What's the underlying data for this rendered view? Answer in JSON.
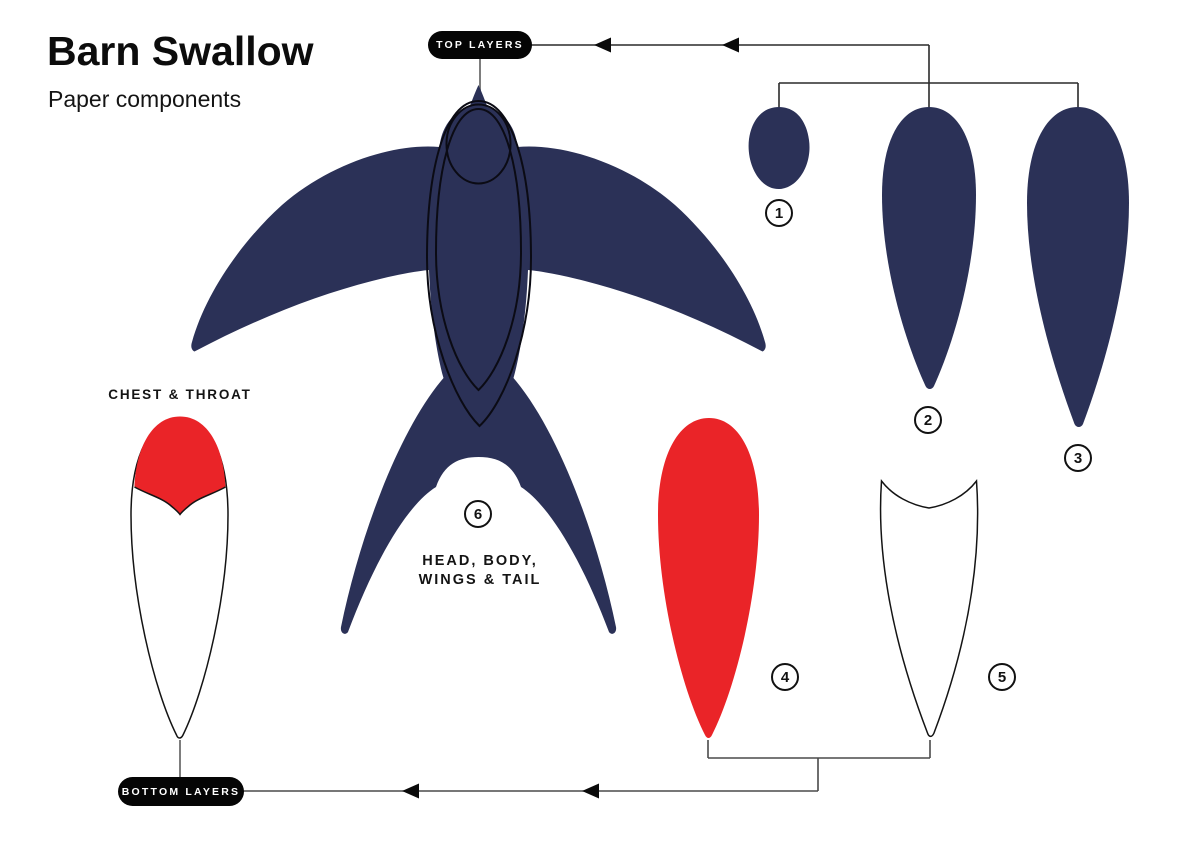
{
  "header": {
    "title": "Barn Swallow",
    "subtitle": "Paper components"
  },
  "badges": {
    "top": "TOP LAYERS",
    "bottom": "BOTTOM LAYERS"
  },
  "labels": {
    "chest_throat": "CHEST & THROAT",
    "bird_line1": "HEAD, BODY,",
    "bird_line2": "WINGS & TAIL"
  },
  "parts": [
    {
      "number": "1",
      "name": "small top layer (head patch)",
      "color": "#2B3157"
    },
    {
      "number": "2",
      "name": "medium top layer",
      "color": "#2B3157"
    },
    {
      "number": "3",
      "name": "large top layer",
      "color": "#2B3157"
    },
    {
      "number": "4",
      "name": "red bottom layer",
      "color": "#EA2428"
    },
    {
      "number": "5",
      "name": "white notched bottom layer",
      "color": "#FFFFFF"
    },
    {
      "number": "6",
      "name": "head, body, wings & tail",
      "color": "#2B3157"
    }
  ],
  "colors": {
    "navy": "#2B3157",
    "red": "#EA2428",
    "badge_black": "#050505",
    "line": "#3a3a3a",
    "stub_line": "#7d7d7d"
  }
}
